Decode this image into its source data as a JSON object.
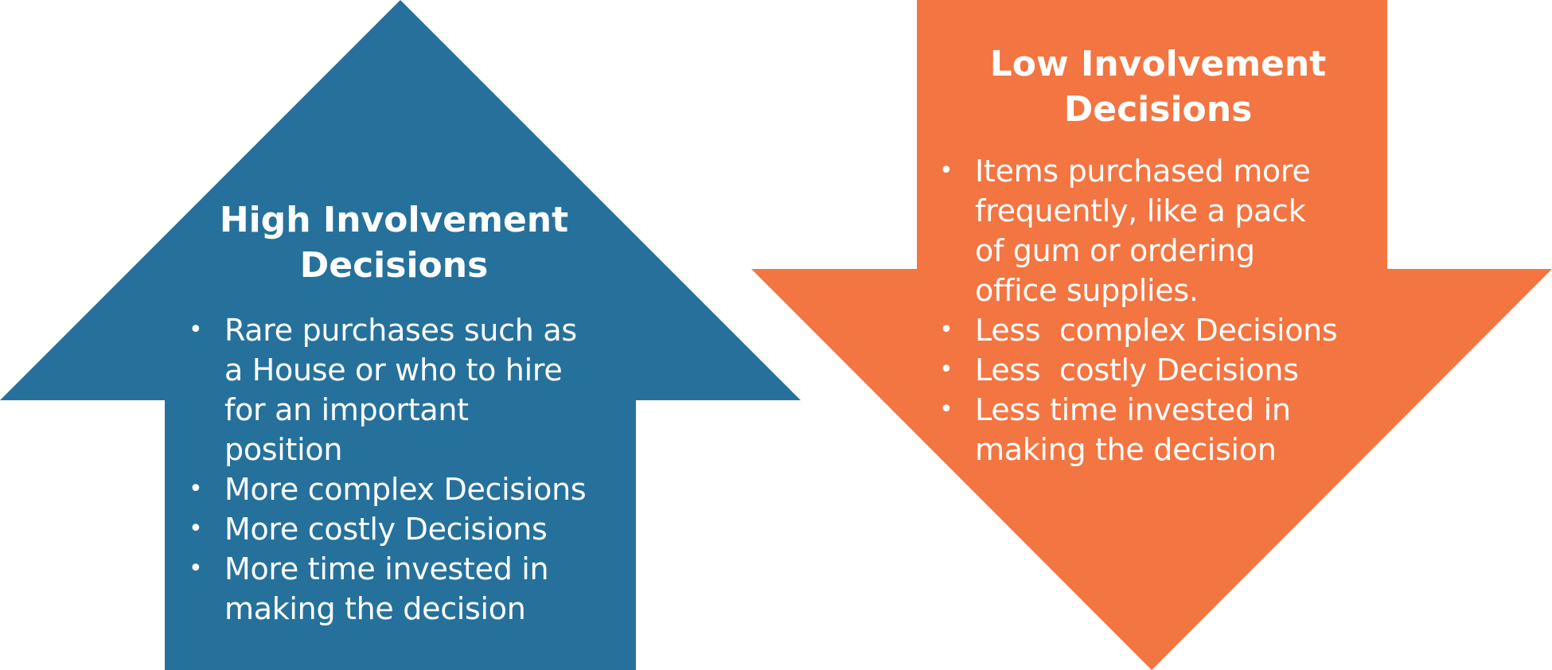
{
  "colors": {
    "high_arrow": "#26719c",
    "low_arrow": "#f37542",
    "text": "#ffffff"
  },
  "high": {
    "title_line1": "High Involvement",
    "title_line2": "Decisions",
    "direction": "up",
    "bullets": [
      "Rare purchases such as\na House or who to hire\nfor an important\nposition",
      "More complex Decisions",
      "More costly Decisions",
      "More time invested in\nmaking the decision"
    ]
  },
  "low": {
    "title_line1": "Low Involvement",
    "title_line2": "Decisions",
    "direction": "down",
    "bullets": [
      "Items purchased more\nfrequently, like a pack\nof gum or ordering\noffice supplies.",
      "Less  complex Decisions",
      "Less  costly Decisions",
      "Less time invested in\nmaking the decision"
    ]
  }
}
